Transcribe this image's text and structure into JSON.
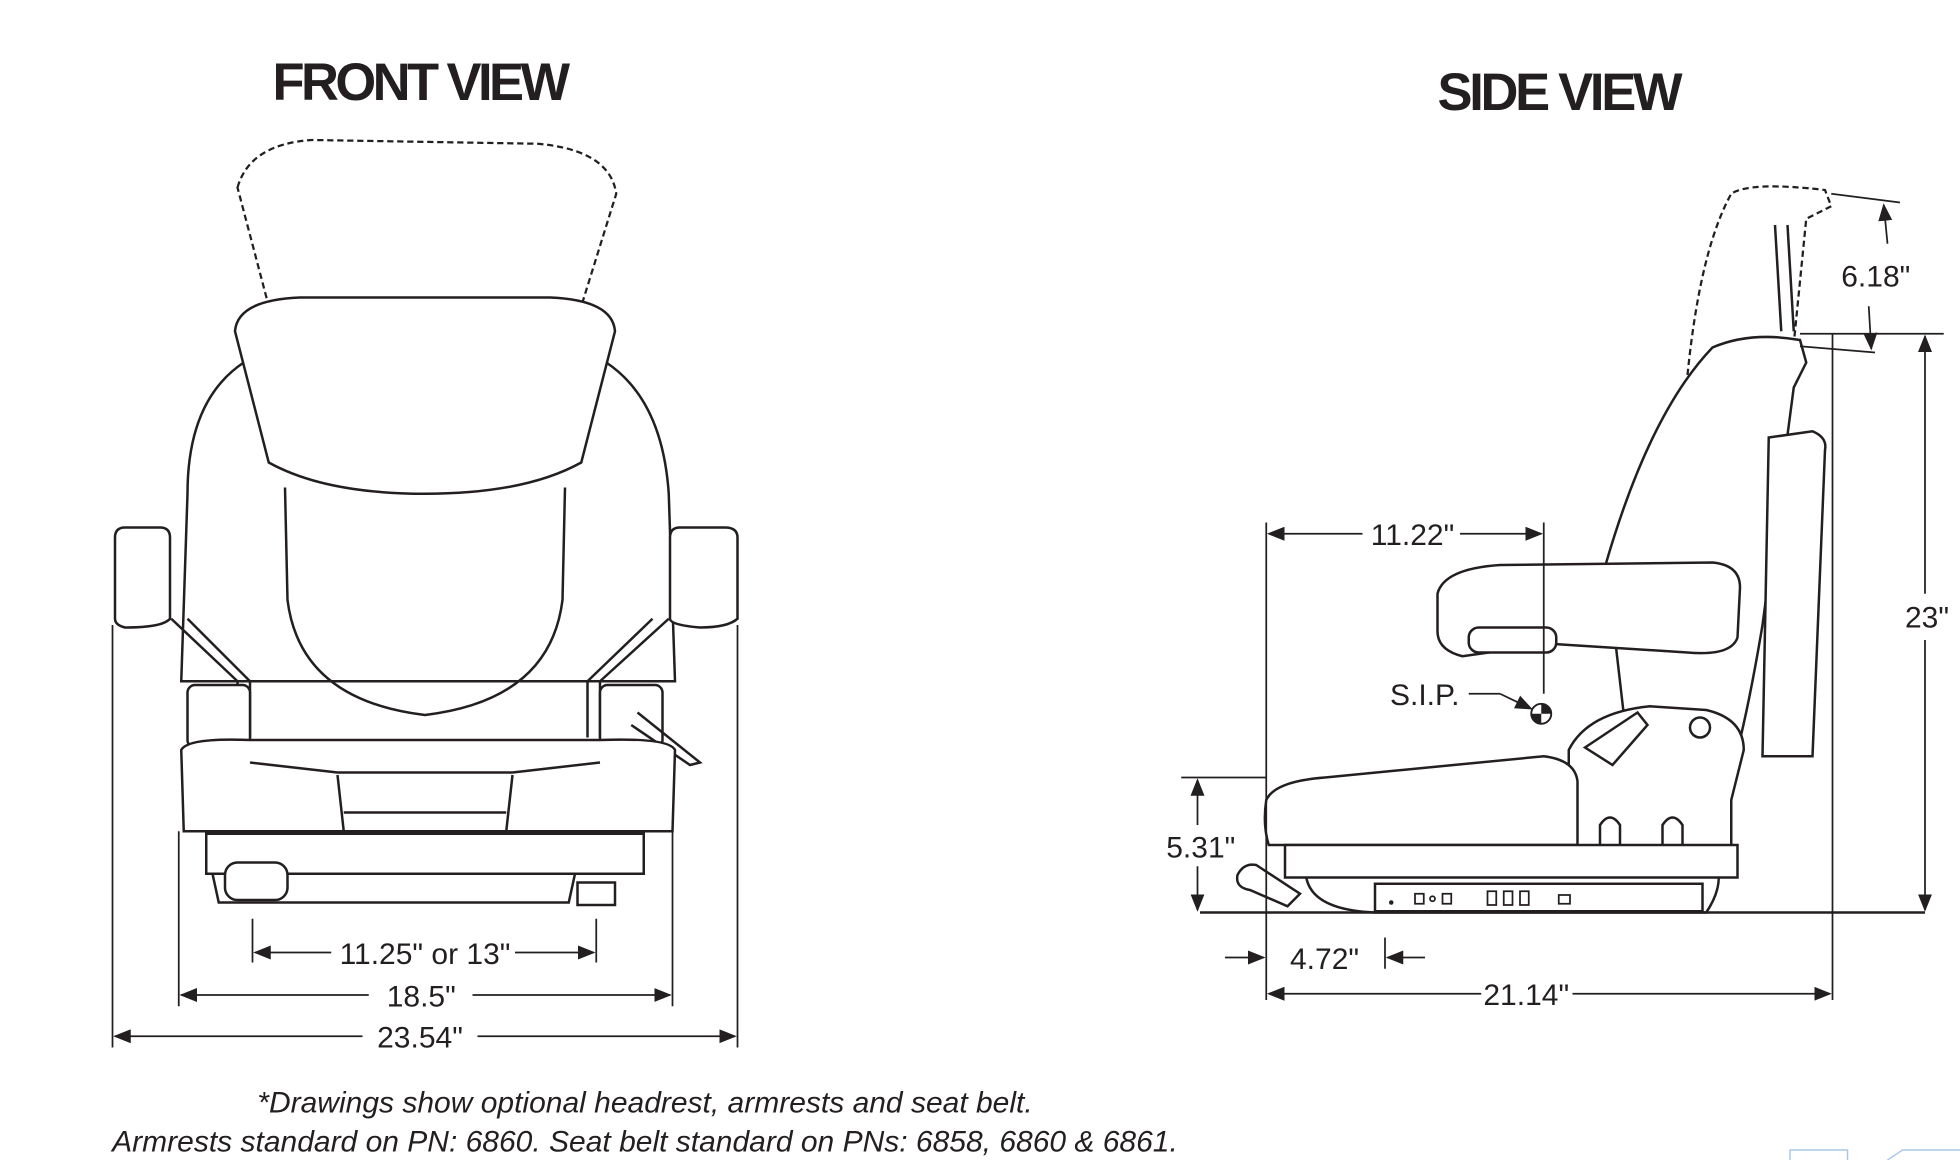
{
  "front_view": {
    "title": "FRONT VIEW",
    "dimensions": {
      "mount_width": "11.25\" or 13\"",
      "seat_width": "18.5\"",
      "overall_width": "23.54\""
    }
  },
  "side_view": {
    "title": "SIDE VIEW",
    "dimensions": {
      "sip_depth": "11.22\"",
      "headrest_adjust": "6.18\"",
      "overall_height": "23\"",
      "seat_height": "5.31\"",
      "front_offset": "4.72\"",
      "overall_depth": "21.14\""
    },
    "sip_label": "S.I.P."
  },
  "footnote": {
    "line1": "*Drawings show optional headrest, armrests and seat belt.",
    "line2": "Armrests standard on PN: 6860. Seat belt standard on PNs: 6858, 6860 & 6861."
  }
}
